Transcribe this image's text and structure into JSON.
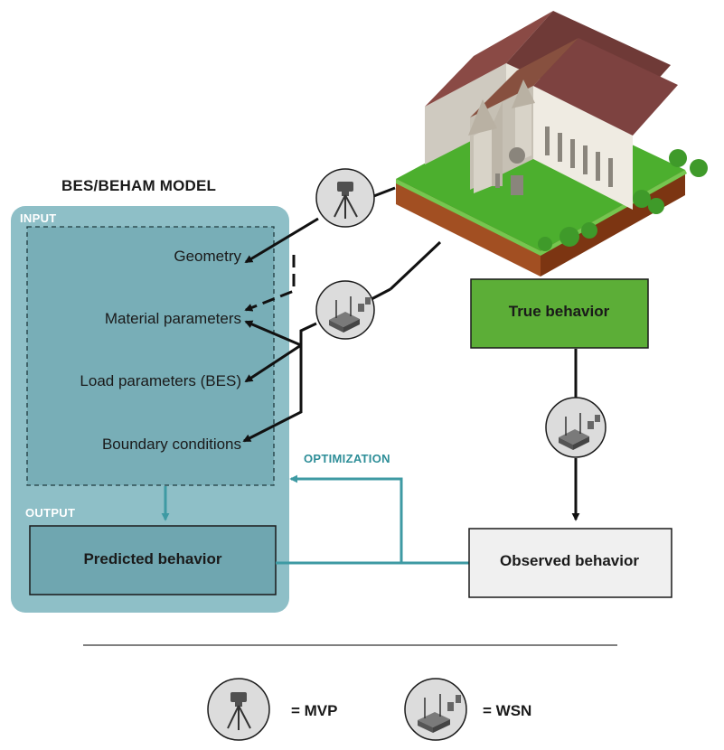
{
  "model": {
    "title": "BES/BEHAM MODEL",
    "input_label": "INPUT",
    "output_label": "OUTPUT",
    "parameters": [
      "Geometry",
      "Material parameters",
      "Load parameters (BES)",
      "Boundary conditions"
    ]
  },
  "boxes": {
    "predicted": "Predicted behavior",
    "true": "True behavior",
    "observed": "Observed behavior"
  },
  "optimization_label": "OPTIMIZATION",
  "legend": {
    "mvp": "= MVP",
    "wsn": "= WSN",
    "mvp_icon": "total-station-tripod-icon",
    "wsn_icon": "wireless-sensor-node-icon"
  },
  "colors": {
    "panel": "#7fb6bf",
    "predicted_box": "#73aab4",
    "true_box": "#5cae37",
    "observed_box": "#f0f0f0",
    "optimization": "#2e8e98"
  }
}
